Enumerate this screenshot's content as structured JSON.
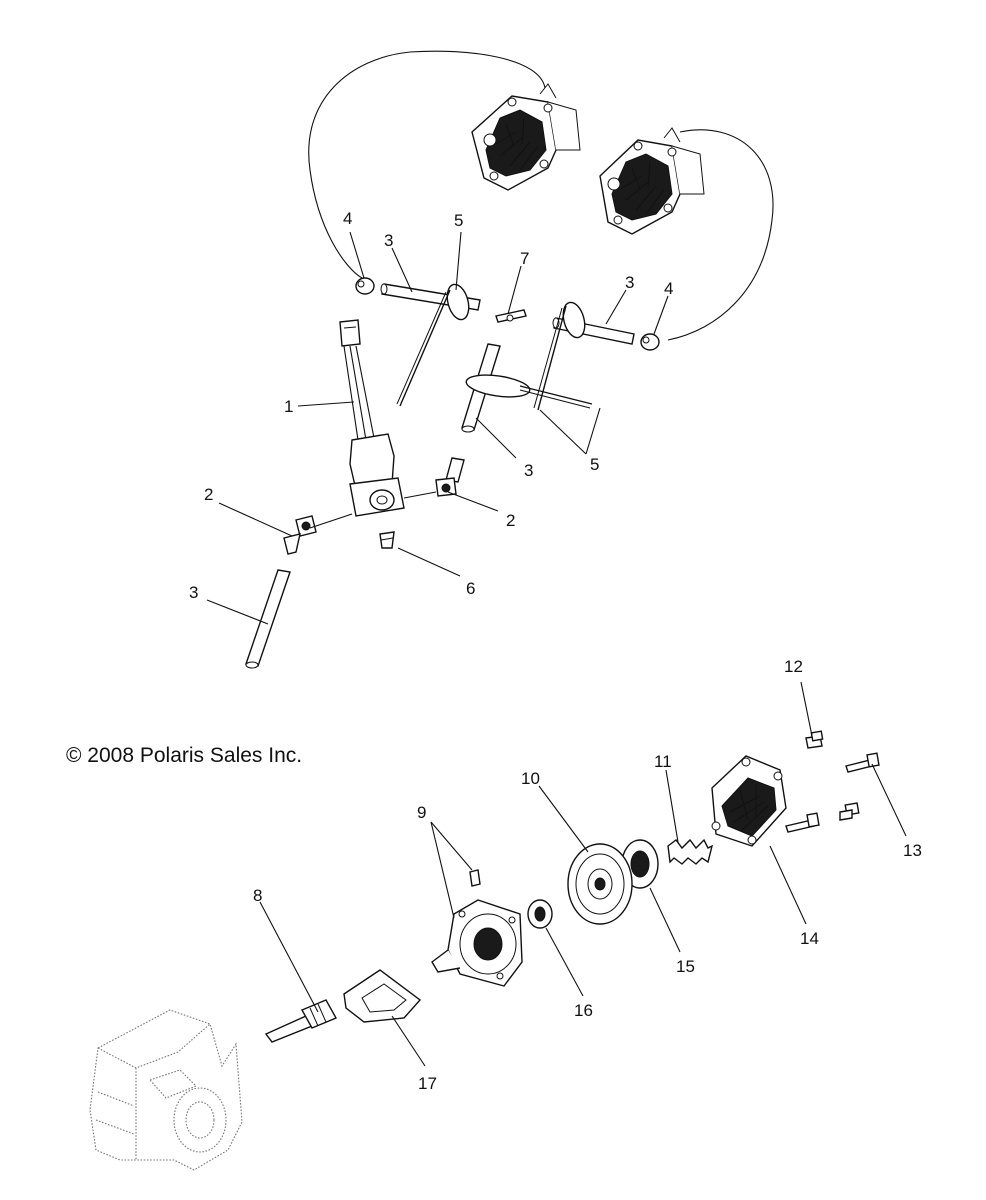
{
  "copyright": "© 2008 Polaris Sales Inc.",
  "callouts": {
    "c1": "1",
    "c2a": "2",
    "c2b": "2",
    "c3a": "3",
    "c3b": "3",
    "c3c": "3",
    "c3d": "3",
    "c4a": "4",
    "c4b": "4",
    "c5a": "5",
    "c5b": "5",
    "c6": "6",
    "c7": "7",
    "c8": "8",
    "c9": "9",
    "c10": "10",
    "c11": "11",
    "c12": "12",
    "c13": "13",
    "c14": "14",
    "c15": "15",
    "c16": "16",
    "c17": "17"
  }
}
